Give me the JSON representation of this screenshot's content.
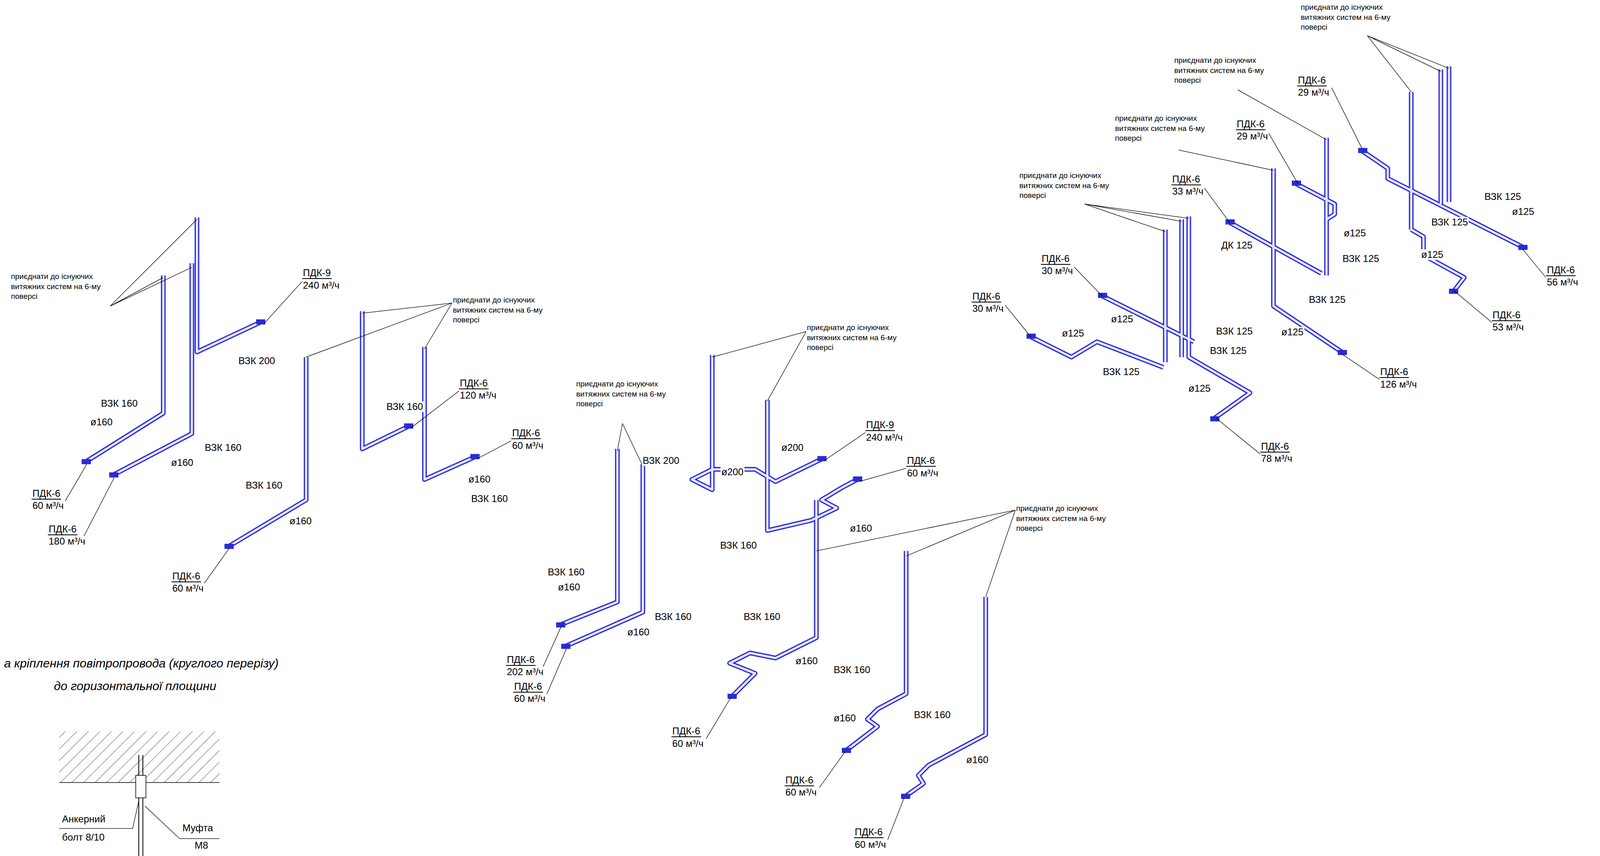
{
  "diagram": {
    "labels": [
      "приєднати до існуючих витяжних систем на 6-му поверсі",
      "ПДК-9",
      "240 м³/ч",
      "ВЗК 200",
      "ВЗК 160",
      "ø160",
      "ВЗК 160",
      "ø160",
      "ПДК-6",
      "60 м³/ч",
      "ПДК-6",
      "180 м³/ч",
      "приєднати до існуючих витяжних систем на 6-му поверсі",
      "ВЗК 160",
      "ПДК-6",
      "120 м³/ч",
      "ПДК-6",
      "60 м³/ч",
      "ø160",
      "ВЗК 160",
      "ВЗК 160",
      "ø160",
      "ПДК-6",
      "60 м³/ч",
      "а кріплення повітропровода (круглого перерізу)",
      "до горизонтальної площини",
      "Анкерний",
      "болт 8/10",
      "Муфта",
      "М8",
      "приєднати до існуючих витяжних систем на 6-му поверсі",
      "приєднати до існуючих витяжних систем на 6-му поверсі",
      "ВЗК 200",
      "ø200",
      "ø200",
      "ПДК-9",
      "240 м³/ч",
      "ПДК-6",
      "60 м³/ч",
      "ø160",
      "ВЗК 160",
      "приєднати до існуючих витяжних систем на 6-му поверсі",
      "ВЗК 160",
      "ø160",
      "ВЗК 160",
      "ø160",
      "ВЗК 160",
      "ø160",
      "ПДК-6",
      "202 м³/ч",
      "ПДК-6",
      "60 м³/ч",
      "ПДК-6",
      "60 м³/ч",
      "ВЗК 160",
      "ø160",
      "ВЗК 160",
      "ø160",
      "ПДК-6",
      "60 м³/ч",
      "ПДК-6",
      "60 м³/ч",
      "приєднати до існуючих витяжних систем на 6-му поверсі",
      "приєднати до існуючих витяжних систем на 6-му поверсі",
      "приєднати до існуючих витяжних систем на 6-му поверсі",
      "приєднати до існуючих витяжних систем на 6-му поверсі",
      "ПДК-6",
      "29 м³/ч",
      "ПДК-6",
      "29 м³/ч",
      "ПДК-6",
      "33 м³/ч",
      "ø125",
      "ДК 125",
      "ВЗК 125",
      "ВЗК 125",
      "ø125",
      "ВЗК 125",
      "ø125",
      "ПДК-6",
      "56 м³/ч",
      "ПДК-6",
      "30 м³/ч",
      "ПДК-6",
      "30 м³/ч",
      "ВЗК 125",
      "ø125",
      "ø125",
      "ВЗК 125",
      "ø125",
      "ВЗК 125",
      "ВЗК 125",
      "ø125",
      "ПДК-6",
      "53 м³/ч",
      "ПДК-6",
      "126 м³/ч",
      "ПДК-6",
      "78 м³/ч"
    ]
  }
}
